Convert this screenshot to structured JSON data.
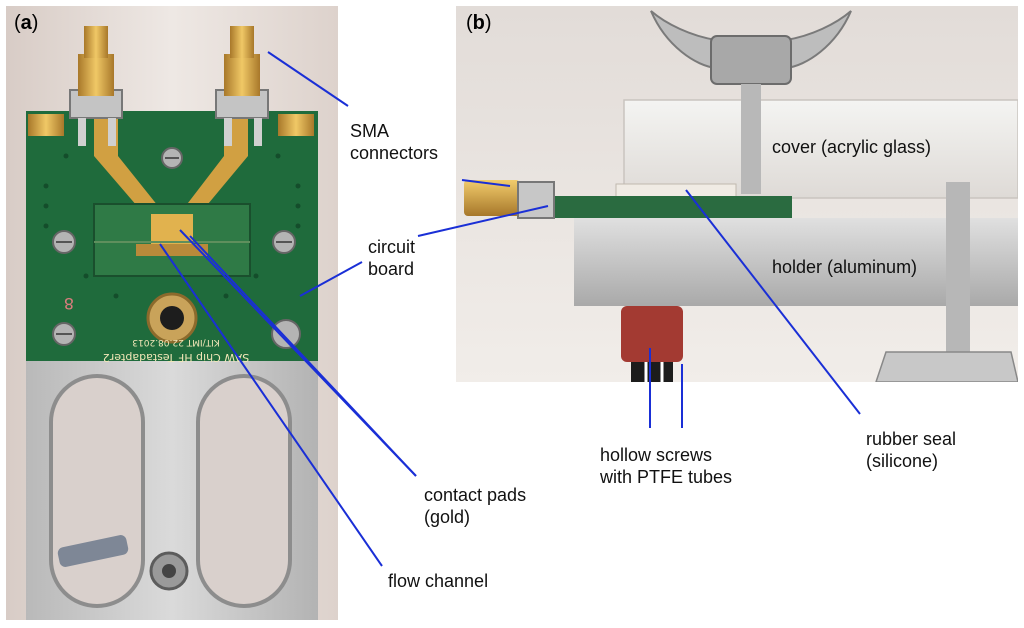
{
  "panels": {
    "a": {
      "open": "(",
      "letter": "a",
      "close": ")"
    },
    "b": {
      "open": "(",
      "letter": "b",
      "close": ")"
    }
  },
  "callouts": {
    "sma_line1": "SMA",
    "sma_line2": "connectors",
    "circuit_line1": "circuit",
    "circuit_line2": "board",
    "contact_line1": "contact pads",
    "contact_line2": "(gold)",
    "flow": "flow channel",
    "cover": "cover (acrylic glass)",
    "holder": "holder (aluminum)",
    "hollow_line1": "hollow screws",
    "hollow_line2": "with PTFE tubes",
    "rubber_line1": "rubber seal",
    "rubber_line2": "(silicone)"
  },
  "pcb_text": {
    "line1": "SAW Chip HF Testadapter2",
    "line2": "KIT/IMT     22.08.2013",
    "mark": "8"
  },
  "colors": {
    "leader": "#1a2fd6",
    "pcb_green": "#1f6b3c",
    "gold": "#d1a042",
    "aluminum": "#c9c9c9",
    "red_screw": "#a33a32"
  }
}
